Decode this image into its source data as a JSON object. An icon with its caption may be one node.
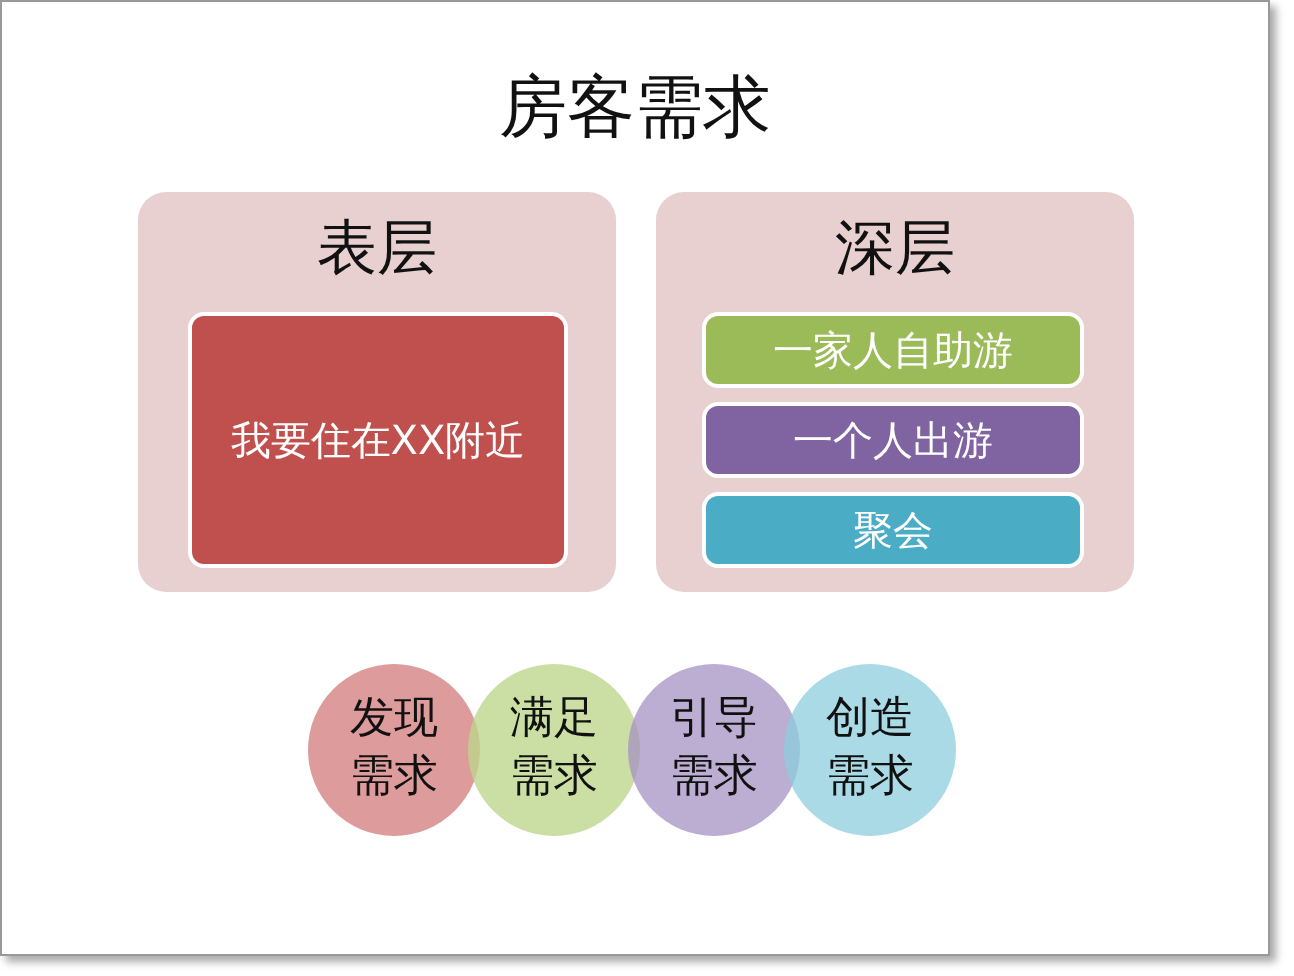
{
  "diagram": {
    "title": "房客需求",
    "nodes": [
      {
        "text": [
          "表层"
        ]
      },
      {
        "text": [
          "我要住在XX附近"
        ],
        "in": 0
      },
      {
        "text": [
          "深层"
        ]
      },
      {
        "text": [
          "一家人自助游"
        ],
        "in": 2
      },
      {
        "text": [
          "一个人出游"
        ],
        "in": 2
      },
      {
        "text": [
          "聚会"
        ],
        "in": 2
      },
      {
        "text": [
          "发现需求"
        ]
      },
      {
        "text": [
          "满足需求"
        ]
      },
      {
        "text": [
          "引导需求"
        ]
      },
      {
        "text": [
          "创造需求"
        ]
      }
    ]
  }
}
